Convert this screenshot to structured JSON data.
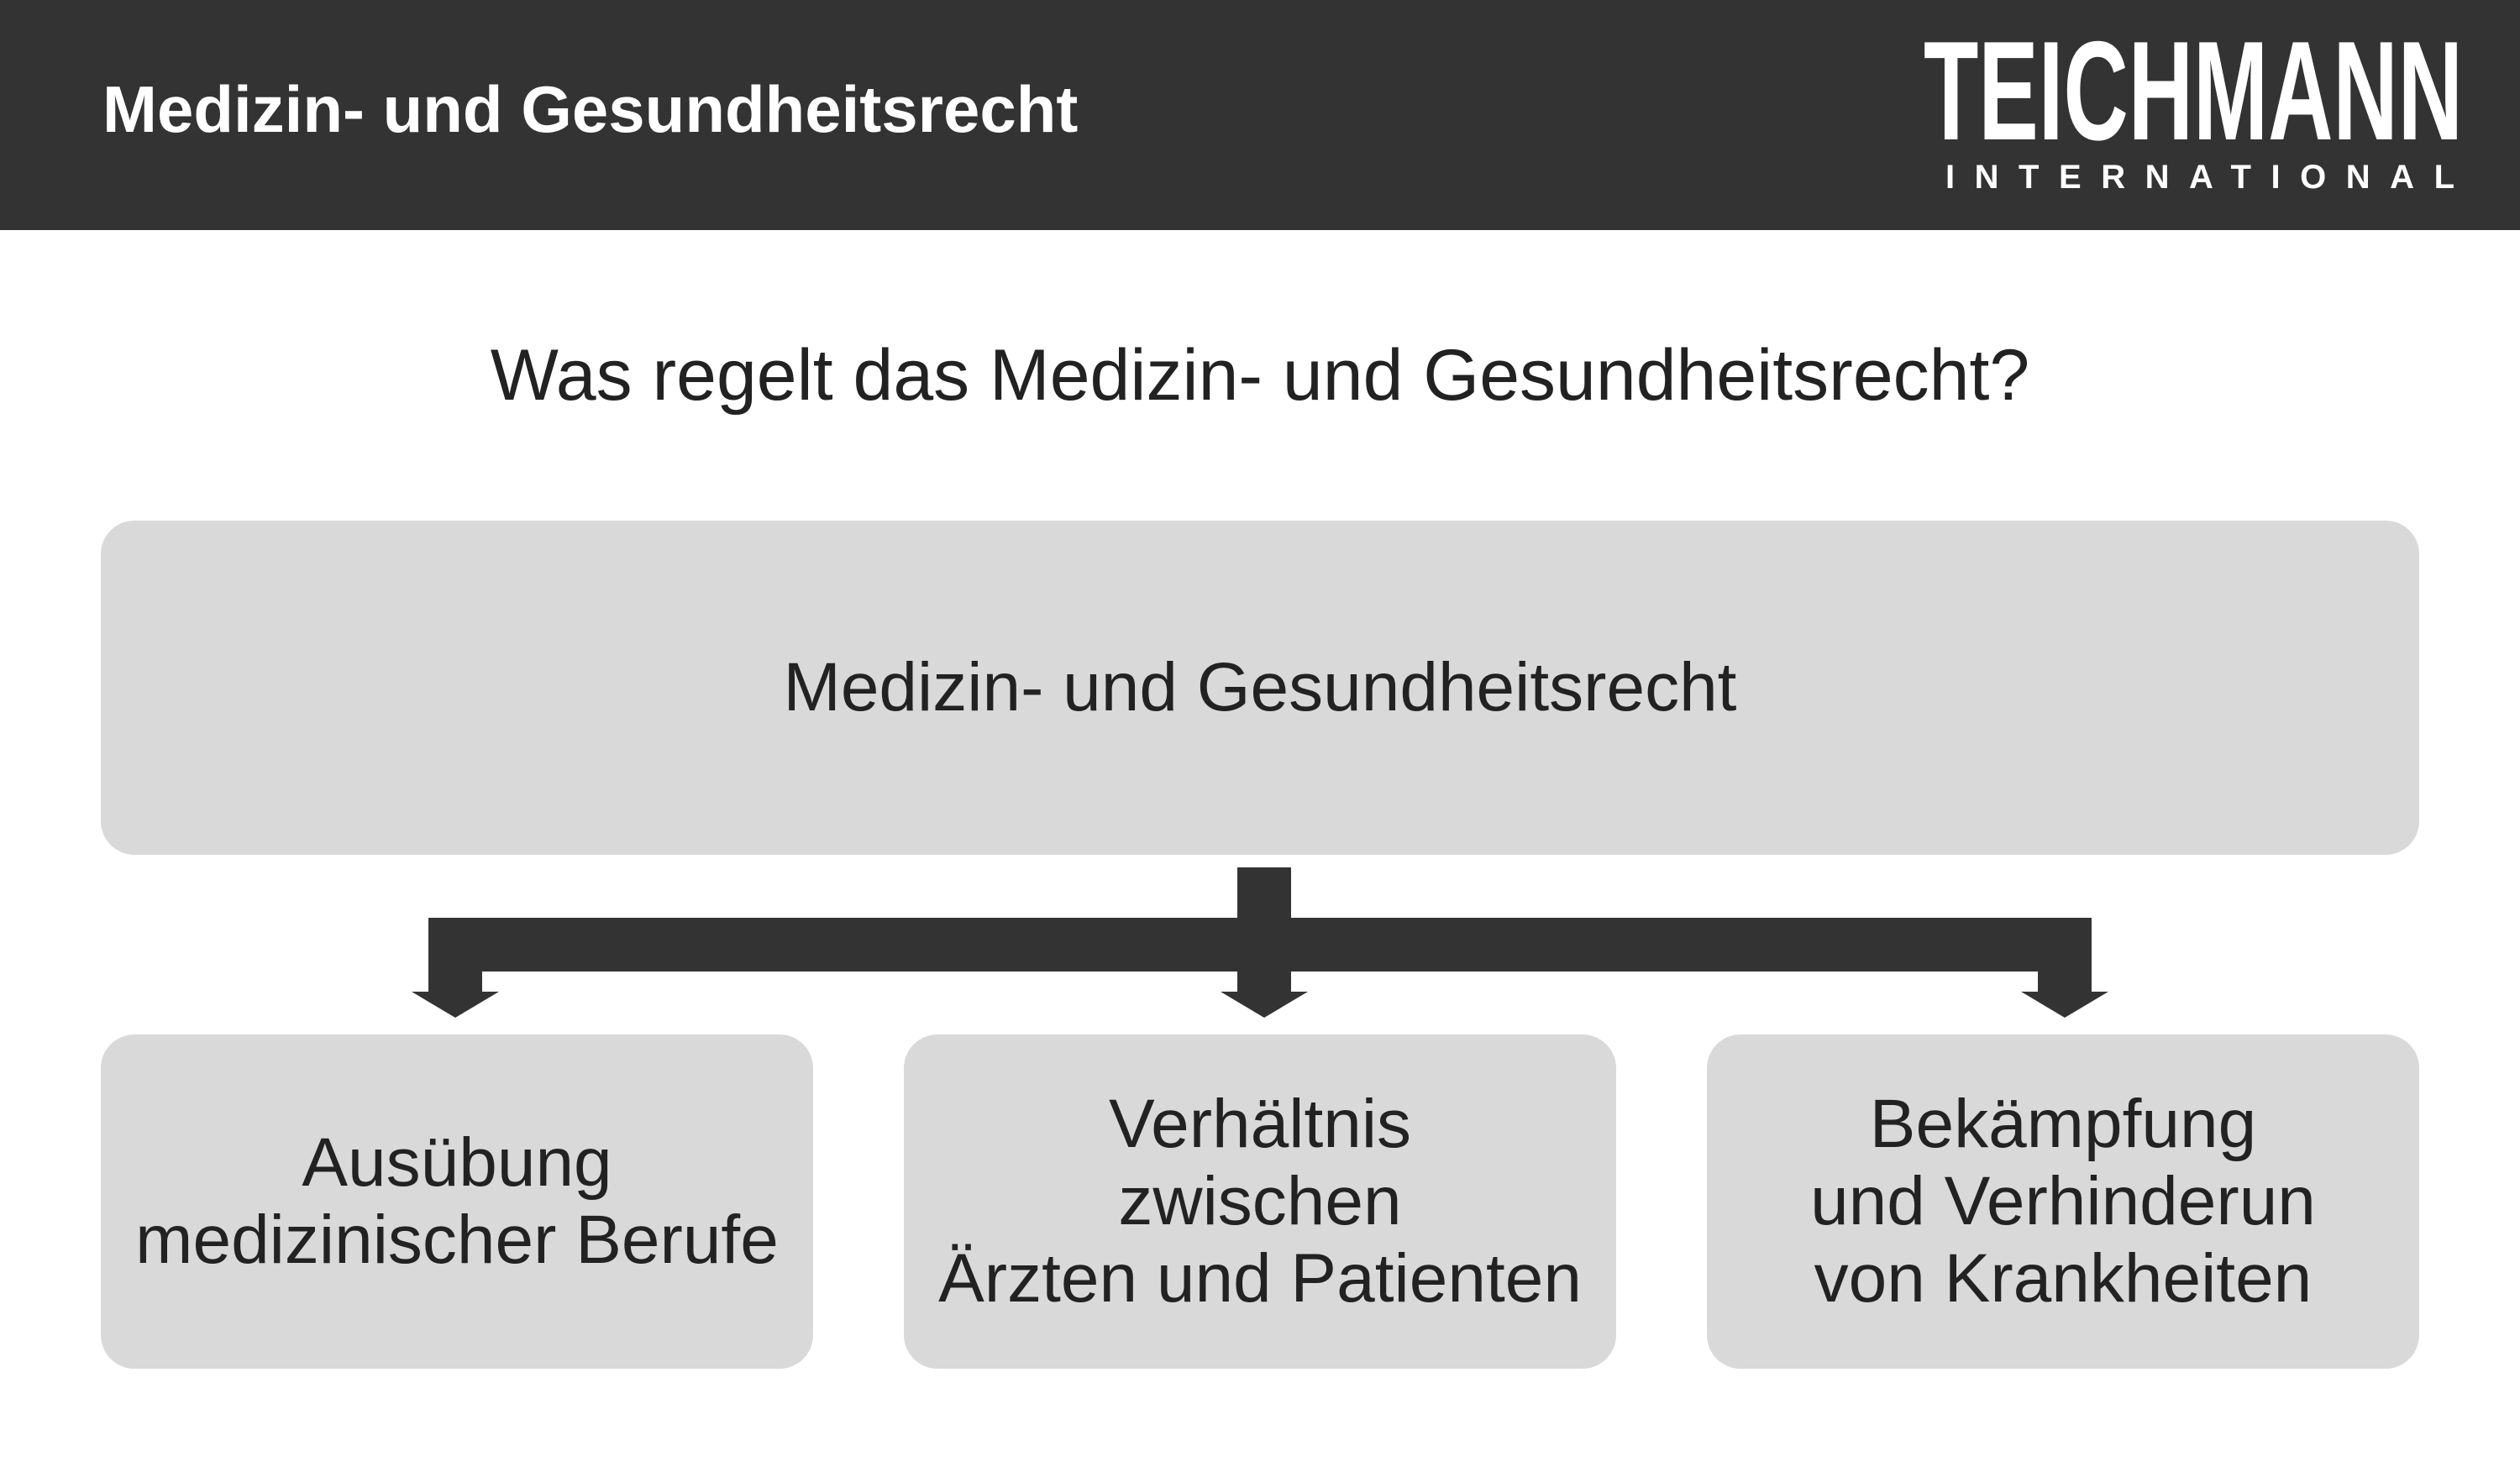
{
  "header": {
    "title": "Medizin- und Gesundheitsrecht",
    "logo_main": "TEICHMANN",
    "logo_sub": "INTERNATIONAL"
  },
  "question": "Was regelt das Medizin- und Gesundheitsrecht?",
  "diagram": {
    "root": "Medizin- und Gesundheitsrecht",
    "children": [
      "Ausübung\nmedizinischer Berufe",
      "Verhältnis\nzwischen\nÄrzten und Patienten",
      "Bekämpfung\nund Verhinderun\nvon Krankheiten"
    ]
  },
  "colors": {
    "header_bg": "#333333",
    "box_bg": "#d9d9d9",
    "connector": "#333333",
    "text": "#222222"
  }
}
